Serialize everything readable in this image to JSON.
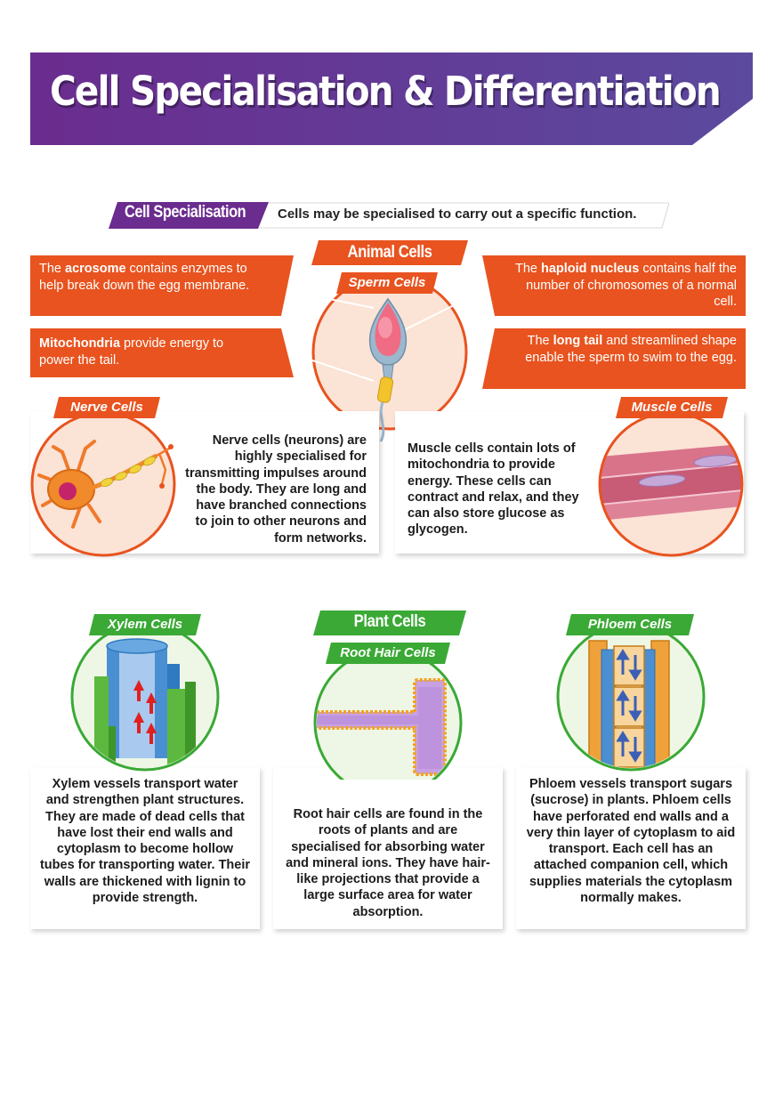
{
  "title": "Cell Specialisation & Differentiation",
  "intro": {
    "tag": "Cell Specialisation",
    "text": "Cells may be specialised to carry out a specific function."
  },
  "animal": {
    "heading": "Animal Cells",
    "sperm": {
      "label": "Sperm Cells",
      "acrosome_bold": "acrosome",
      "acrosome_pre": "The ",
      "acrosome_post": " contains enzymes to help break down the egg membrane.",
      "mito_bold": "Mitochondria",
      "mito_post": " provide energy to power the tail.",
      "nucleus_pre": "The ",
      "nucleus_bold": "haploid nucleus",
      "nucleus_post": " contains half the number of chromosomes of a normal cell.",
      "tail_pre": "The ",
      "tail_bold": "long tail",
      "tail_post": " and streamlined shape enable the sperm to swim to the egg."
    },
    "nerve": {
      "label": "Nerve Cells",
      "text": "Nerve cells (neurons) are highly specialised for transmitting impulses around the body. They are long and have branched connections to join to other neurons and form networks."
    },
    "muscle": {
      "label": "Muscle Cells",
      "text": "Muscle cells contain lots of mitochondria to provide energy. These cells can contract and relax, and they can also store glucose as glycogen."
    }
  },
  "plant": {
    "heading": "Plant Cells",
    "xylem": {
      "label": "Xylem Cells",
      "text": "Xylem vessels transport water and strengthen plant structures. They are made of dead cells that have lost their end walls and cytoplasm to become hollow tubes for transporting water. Their walls are thickened with lignin to provide strength."
    },
    "root": {
      "label": "Root Hair Cells",
      "text": "Root hair cells are found in the roots of plants and are specialised for absorbing water and mineral ions. They have hair-like projections that provide a large surface area for water absorption."
    },
    "phloem": {
      "label": "Phloem Cells",
      "text": "Phloem vessels transport sugars (sucrose) in plants. Phloem cells have perforated end walls and a very thin layer of cytoplasm to aid transport. Each cell has an attached companion cell, which supplies materials the cytoplasm normally makes."
    }
  },
  "colors": {
    "banner_start": "#6a2c8e",
    "banner_end": "#5b4a9e",
    "orange": "#e8531f",
    "green": "#3aa935",
    "peach": "#fbe3d6",
    "plant_bg": "#eef7e6"
  }
}
